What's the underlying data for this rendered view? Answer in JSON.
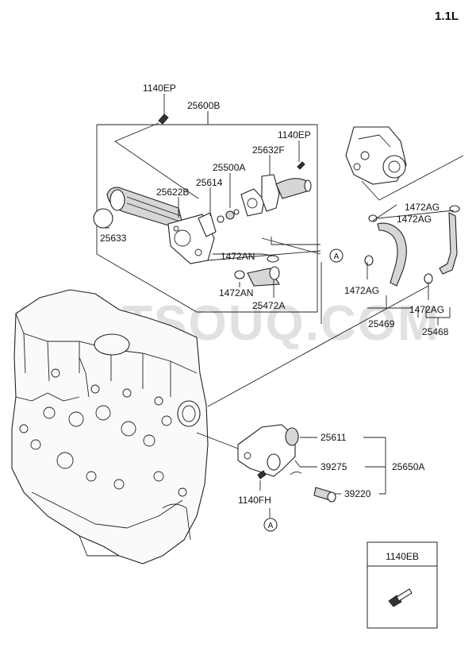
{
  "variant_label": "1.1L",
  "watermark": "PARTSOUQ.COM",
  "reference_marker": "A",
  "callouts": {
    "c1140EP_top": "1140EP",
    "c25600B": "25600B",
    "c1140EP_right": "1140EP",
    "c25632F": "25632F",
    "c25500A": "25500A",
    "c25614": "25614",
    "c25622B": "25622B",
    "c25633": "25633",
    "c1472AN_top": "1472AN",
    "c1472AN_bottom": "1472AN",
    "c25472A": "25472A",
    "c1472AG_r1": "1472AG",
    "c1472AG_r2": "1472AG",
    "c1472AG_mid": "1472AG",
    "c1472AG_right": "1472AG",
    "c25469": "25469",
    "c25468": "25468",
    "c25611": "25611",
    "c39275": "39275",
    "c25650A": "25650A",
    "c39220": "39220",
    "c1140FH": "1140FH"
  },
  "inset_box": {
    "label": "1140EB"
  }
}
